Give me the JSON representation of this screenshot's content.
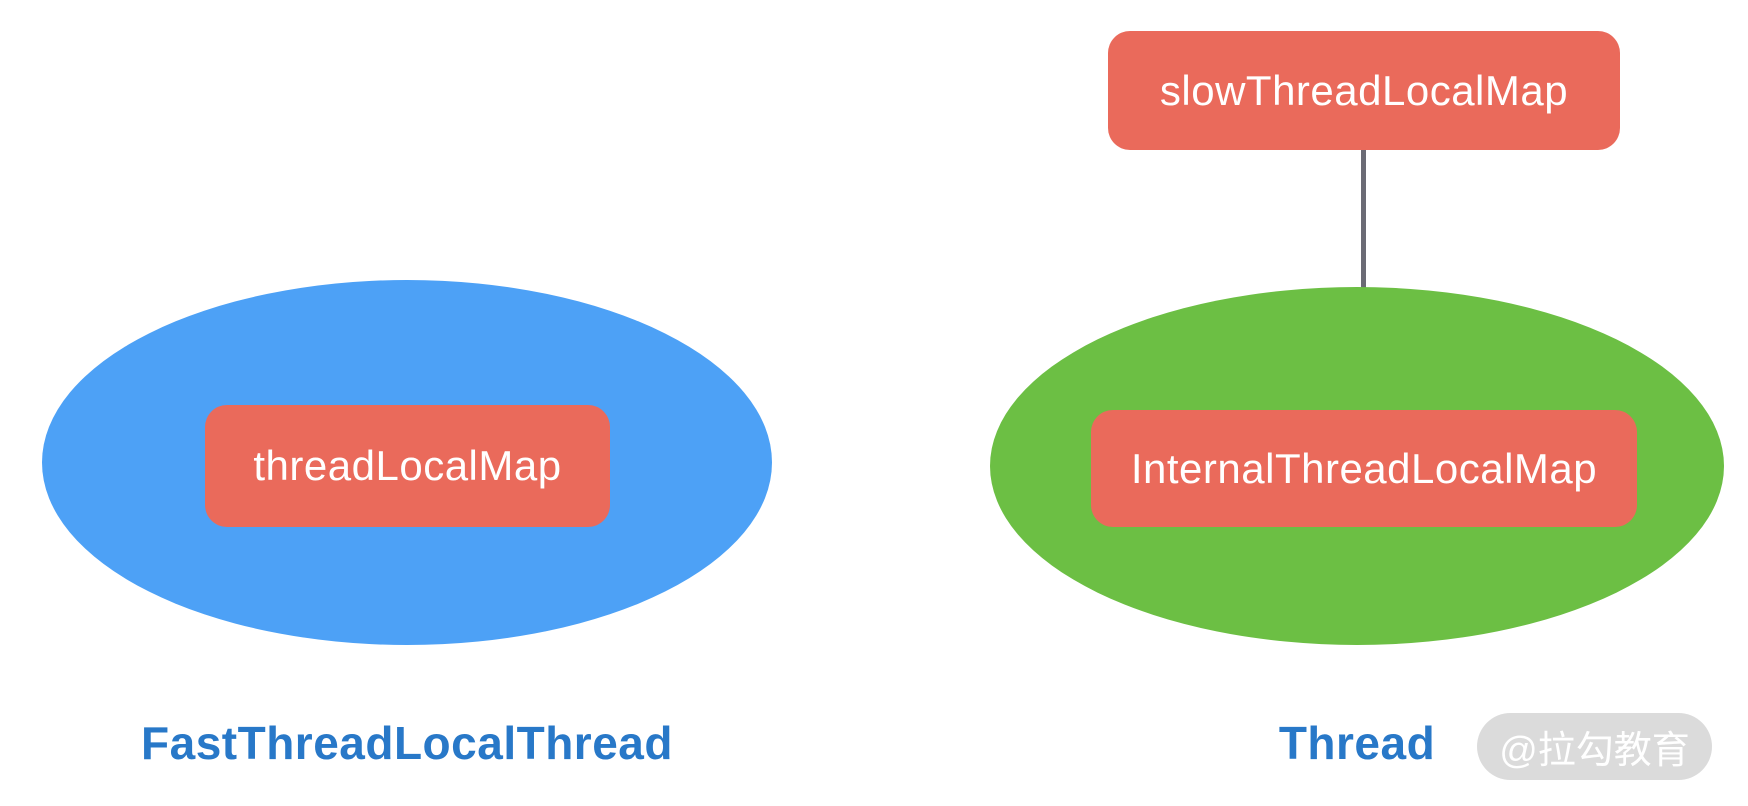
{
  "diagram": {
    "left_group": {
      "inner_box_label": "threadLocalMap",
      "caption": "FastThreadLocalThread"
    },
    "right_group": {
      "top_box_label": "slowThreadLocalMap",
      "inner_box_label": "InternalThreadLocalMap",
      "caption": "Thread"
    },
    "watermark": "@拉勾教育",
    "colors": {
      "blue_ellipse": "#4da1f6",
      "green_ellipse": "#6cbf44",
      "red_box": "#ea6a5b",
      "arrow": "#6b6b75",
      "caption_blue": "#2878c8",
      "watermark_bg": "#dbdbdb",
      "watermark_text": "#ffffff",
      "box_text": "#ffffff",
      "page_bg": "#ffffff"
    }
  }
}
